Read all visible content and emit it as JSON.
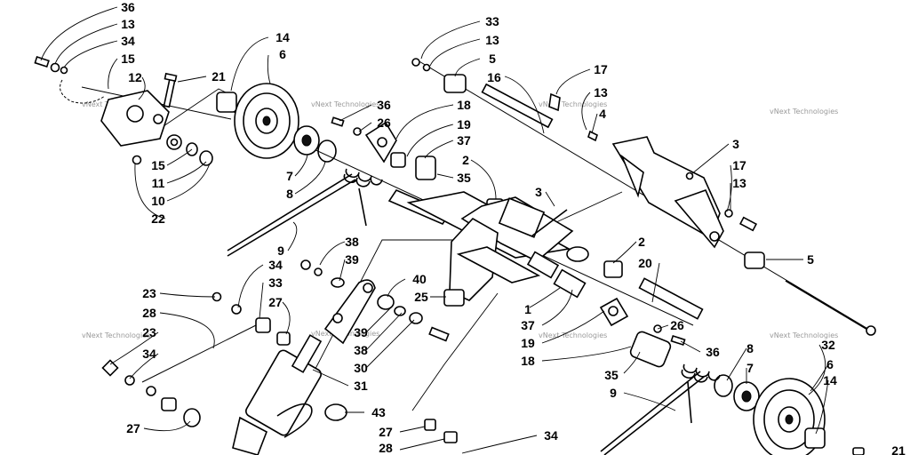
{
  "watermark": "vNext Technologies",
  "callouts": [
    "36",
    "13",
    "34",
    "15",
    "12",
    "21",
    "14",
    "6",
    "33",
    "13",
    "5",
    "16",
    "17",
    "13",
    "4",
    "36",
    "26",
    "18",
    "19",
    "37",
    "35",
    "2",
    "3",
    "15",
    "11",
    "10",
    "22",
    "7",
    "8",
    "9",
    "3",
    "17",
    "13",
    "2",
    "20",
    "5",
    "38",
    "39",
    "34",
    "33",
    "27",
    "40",
    "25",
    "1",
    "23",
    "28",
    "23",
    "34",
    "39",
    "38",
    "30",
    "31",
    "37",
    "19",
    "18",
    "26",
    "36",
    "32",
    "35",
    "8",
    "7",
    "6",
    "14",
    "9",
    "27",
    "43",
    "27",
    "28",
    "34",
    "21"
  ]
}
